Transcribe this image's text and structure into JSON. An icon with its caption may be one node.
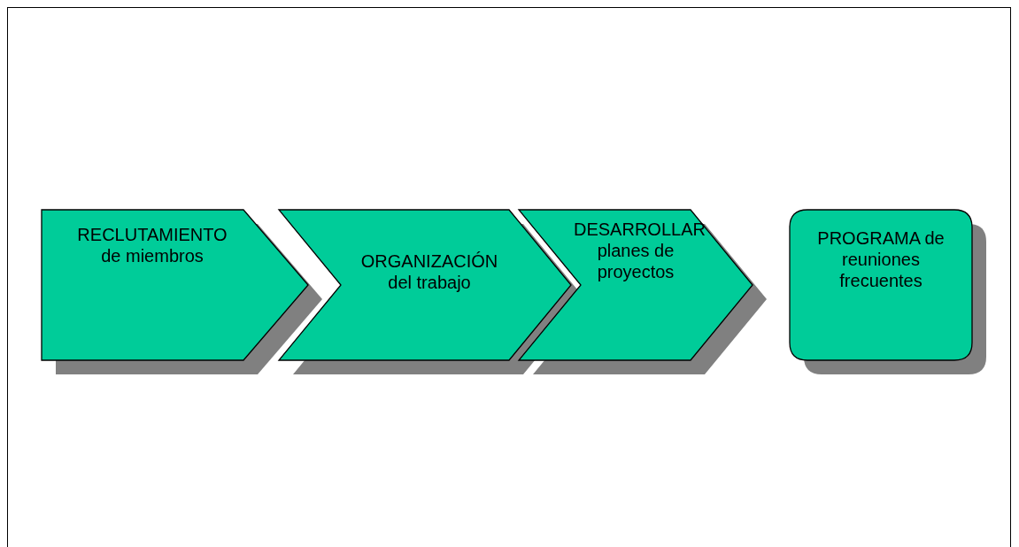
{
  "diagram": {
    "nodes": [
      {
        "text": [
          "RECLUTAMIENTO de miembros"
        ]
      },
      {
        "text": [
          "ORGANIZACIÓN del trabajo"
        ]
      },
      {
        "text": [
          "DESARROLLAR planes de proyectos"
        ]
      },
      {
        "text": [
          "PROGRAMA de reuniones frecuentes"
        ]
      }
    ]
  }
}
